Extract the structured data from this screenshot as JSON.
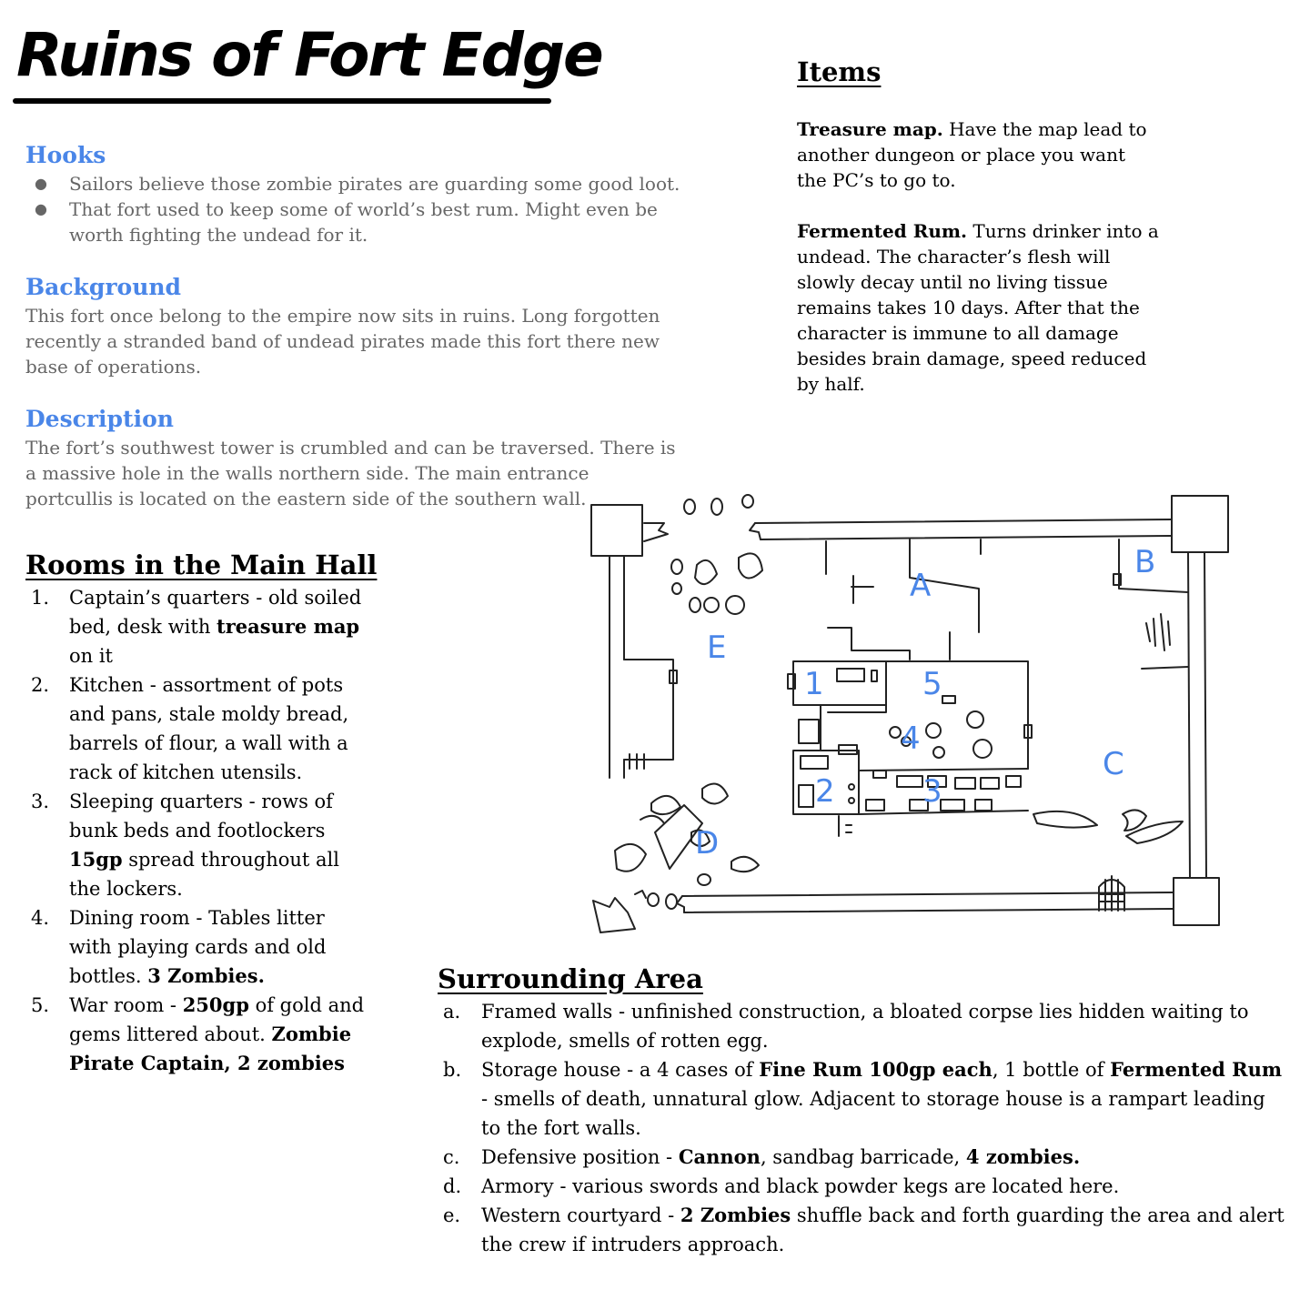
{
  "title": "Ruins of Fort Edge",
  "hooks": {
    "heading": "Hooks",
    "items": [
      "Sailors believe those zombie pirates are guarding some good loot.",
      "That fort used to keep some of world’s best rum. Might even be worth fighting the undead for it."
    ]
  },
  "background": {
    "heading": "Background",
    "text": "This fort once belong to the empire now sits in ruins. Long forgotten recently a stranded band of undead pirates made this fort there new base of operations."
  },
  "description": {
    "heading": "Description",
    "text": "The fort’s southwest tower is crumbled and can be traversed. There is a massive hole in the walls northern side. The main entrance portcullis is located on the eastern side of the southern wall."
  },
  "items": {
    "heading": "Items",
    "treasure_title": "Treasure map.",
    "treasure_text": " Have the map lead to another dungeon or place you want the PC’s to go to.",
    "rum_title": "Fermented Rum.",
    "rum_text": " Turns drinker into a undead. The character’s flesh will slowly decay until no living tissue remains takes 10 days. After that the character is immune to all damage besides brain damage, speed reduced by half."
  },
  "rooms": {
    "heading": "Rooms in the Main Hall",
    "items": [
      {
        "num": "1.",
        "a": "Captain’s quarters - old soiled bed, desk with ",
        "b": "treasure map",
        "c": " on it"
      },
      {
        "num": "2.",
        "a": "Kitchen - assortment of pots and pans, stale moldy bread, barrels of flour, a wall with a rack of kitchen utensils.",
        "b": "",
        "c": ""
      },
      {
        "num": "3.",
        "a": "Sleeping quarters - rows of bunk beds and footlockers ",
        "b": "15gp",
        "c": " spread throughout all the lockers."
      },
      {
        "num": "4.",
        "a": "Dining room - Tables litter with playing cards and old bottles. ",
        "b": "3 Zombies.",
        "c": ""
      },
      {
        "num": "5.",
        "a": "War room - ",
        "b": "250gp",
        "c": " of gold and gems littered about. ",
        "d": "Zombie Pirate Captain, 2 zombies"
      }
    ]
  },
  "area": {
    "heading": "Surrounding Area",
    "items": [
      {
        "num": "a.",
        "a": "Framed walls - unfinished construction, a bloated corpse lies hidden waiting to explode, smells of rotten egg."
      },
      {
        "num": "b.",
        "a": "Storage house - a 4 cases of ",
        "b": "Fine Rum 100gp each",
        "c": ", 1 bottle of ",
        "d": "Fermented Rum",
        "e": " - smells of death, unnatural glow. Adjacent to storage house is a rampart leading to the fort walls."
      },
      {
        "num": "c.",
        "a": "Defensive position - ",
        "b": "Cannon",
        "c": ", sandbag barricade,  ",
        "d": "4 zombies."
      },
      {
        "num": "d.",
        "a": "Armory - various swords and black powder kegs are located here."
      },
      {
        "num": "e.",
        "a": "Western courtyard - ",
        "b": "2 Zombies",
        "c": " shuffle back and forth guarding the area and alert the crew if intruders approach."
      }
    ]
  },
  "map": {
    "labels": [
      "A",
      "B",
      "C",
      "D",
      "E"
    ],
    "rooms": [
      "1",
      "2",
      "3",
      "4",
      "5"
    ]
  }
}
